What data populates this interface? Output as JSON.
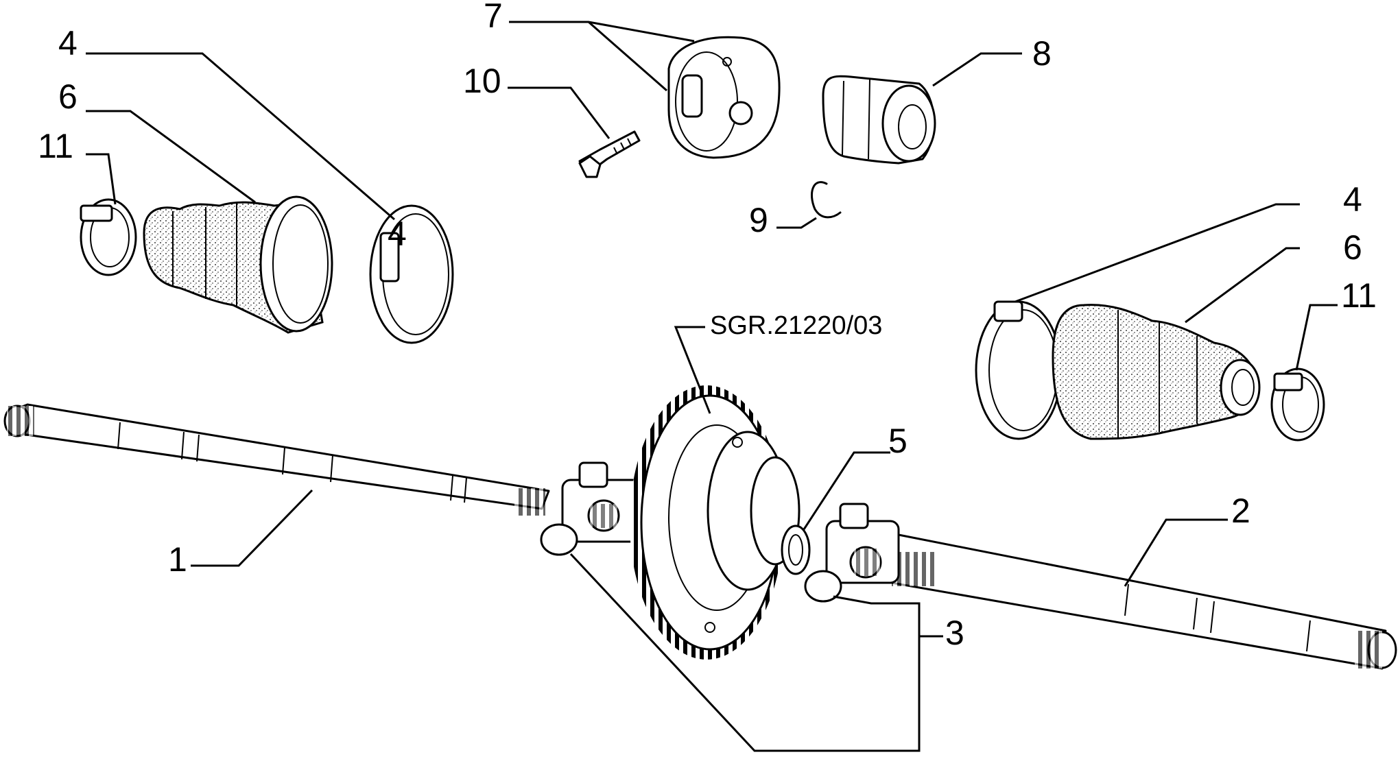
{
  "reference_code": "SGR.21220/03",
  "callouts": {
    "c1": "1",
    "c2": "2",
    "c3": "3",
    "c4_left": "4",
    "c4_left_inner": "4",
    "c4_right": "4",
    "c5": "5",
    "c6_left": "6",
    "c6_right": "6",
    "c7": "7",
    "c8": "8",
    "c9": "9",
    "c10": "10",
    "c11_left": "11",
    "c11_right": "11"
  }
}
